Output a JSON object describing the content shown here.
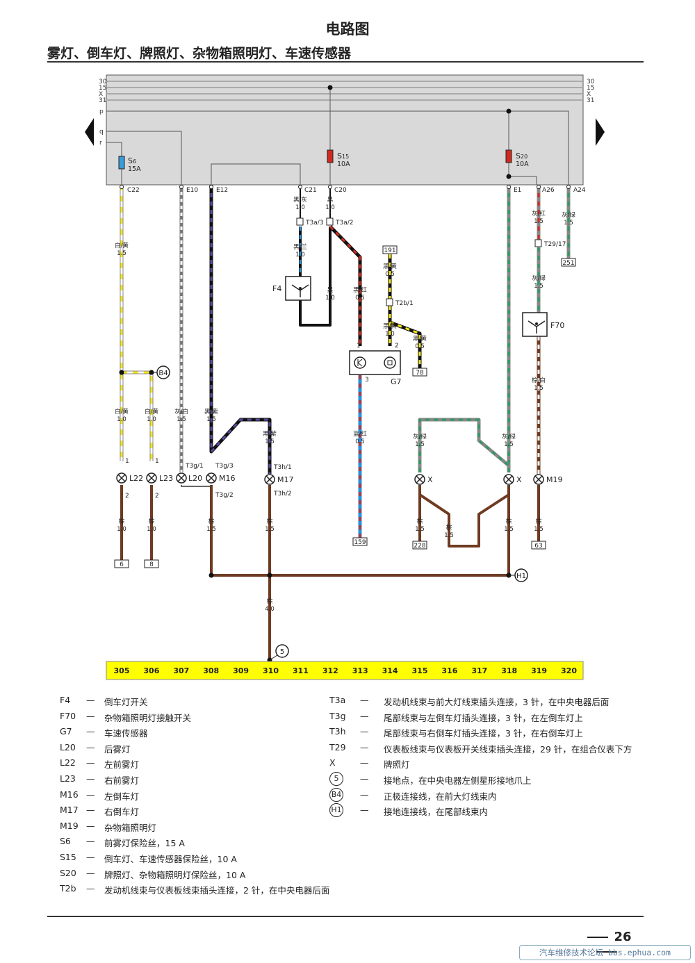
{
  "page": {
    "title": "电路图",
    "subtitle": "雾灯、倒车灯、牌照灯、杂物箱照明灯、车速传感器",
    "page_number": "26",
    "watermark": "汽车维修技术论坛 bbs.ephua.com"
  },
  "rails": {
    "left": [
      "30",
      "15",
      "X",
      "31",
      "p",
      "q",
      "r"
    ],
    "right": [
      "30",
      "15",
      "X",
      "31"
    ]
  },
  "fuses": [
    {
      "id": "s6",
      "name": "S6",
      "sub": "6",
      "amp": "15A"
    },
    {
      "id": "s15",
      "name": "S15",
      "sub": "15",
      "amp": "10A"
    },
    {
      "id": "s20",
      "name": "S20",
      "sub": "20",
      "amp": "10A"
    }
  ],
  "connectors": [
    "C22",
    "E10",
    "E12",
    "C21",
    "C20",
    "E1",
    "A26",
    "A24"
  ],
  "wires": {
    "c22_wy15": [
      "白/黄",
      "1.5"
    ],
    "c21": [
      "黑/灰",
      "1.0"
    ],
    "c20": [
      "黑",
      "1.0"
    ],
    "blk_bl": [
      "黑/兰",
      "1.0"
    ],
    "blk10": [
      "黑",
      "1.0"
    ],
    "blk_red": [
      "黑/红",
      "0.5"
    ],
    "blk_yel_05a": [
      "黑/黄",
      "0.5"
    ],
    "blk_yel_10": [
      "黑/黄",
      "1.0"
    ],
    "blk_yel_05b": [
      "黑/黄",
      "0.5"
    ],
    "gry_red": [
      "灰/红",
      "1.5"
    ],
    "gry_grn_a24": [
      "灰/绿",
      "1.5"
    ],
    "gry_grn_f70": [
      "灰/绿",
      "1.5"
    ],
    "brn_wht": [
      "棕/白",
      "1.5"
    ],
    "wy_l22": [
      "白/黄",
      "1.0"
    ],
    "wy_l23": [
      "白/黄",
      "1.0"
    ],
    "gw_l20": [
      "灰/白",
      "1.5"
    ],
    "bv_m16": [
      "黑/紫",
      "1.5"
    ],
    "bv_m17": [
      "黑/紫",
      "1.5"
    ],
    "blu_red": [
      "蓝/红",
      "0.5"
    ],
    "gg_x1": [
      "灰/绿",
      "1.5"
    ],
    "gg_x2": [
      "灰/绿",
      "1.5"
    ],
    "brn_l22": [
      "棕",
      "1.0"
    ],
    "brn_l23": [
      "棕",
      "1.0"
    ],
    "brn_m16": [
      "棕",
      "1.5"
    ],
    "brn_m17": [
      "棕",
      "1.5"
    ],
    "brn_x1": [
      "棕",
      "1.5"
    ],
    "brn_mid": [
      "棕",
      "1.5"
    ],
    "brn_x2": [
      "棕",
      "1.5"
    ],
    "brn_m19": [
      "棕",
      "1.5"
    ],
    "brn_main": [
      "棕",
      "4.0"
    ]
  },
  "pins": {
    "t3a3": "T3a/3",
    "t3a2": "T3a/2",
    "t2b1": "T2b/1",
    "t29_17": "T29/17",
    "t3g1": "T3g/1",
    "t3g3": "T3g/3",
    "t3g2": "T3g/2",
    "t3h1": "T3h/1",
    "t3h2": "T3h/2",
    "n1a": "1",
    "n2a": "2",
    "n1b": "1",
    "n2b": "2",
    "n1c": "1",
    "n2c": "2",
    "n3": "3"
  },
  "components": {
    "f4": "F4",
    "f70": "F70",
    "g7": "G7",
    "l22": "L22",
    "l23": "L23",
    "l20": "L20",
    "m16": "M16",
    "m17": "M17",
    "m19": "M19",
    "x1": "X",
    "x2": "X"
  },
  "refboxes": [
    "191",
    "251",
    "78",
    "6",
    "8",
    "159",
    "228",
    "63"
  ],
  "nodes": {
    "b4": "B4",
    "h1": "H1",
    "g5": "5"
  },
  "tracks": [
    "305",
    "306",
    "307",
    "308",
    "309",
    "310",
    "311",
    "312",
    "313",
    "314",
    "315",
    "316",
    "317",
    "318",
    "319",
    "320"
  ],
  "legend_left": [
    {
      "code": "F4",
      "desc": "倒车灯开关"
    },
    {
      "code": "F70",
      "desc": "杂物箱照明灯接触开关"
    },
    {
      "code": "G7",
      "desc": "车速传感器"
    },
    {
      "code": "L20",
      "desc": "后雾灯"
    },
    {
      "code": "L22",
      "desc": "左前雾灯"
    },
    {
      "code": "L23",
      "desc": "右前雾灯"
    },
    {
      "code": "M16",
      "desc": "左倒车灯"
    },
    {
      "code": "M17",
      "desc": "右倒车灯"
    },
    {
      "code": "M19",
      "desc": "杂物箱照明灯"
    },
    {
      "code": "S6",
      "desc": "前雾灯保险丝，15 A"
    },
    {
      "code": "S15",
      "desc": "倒车灯、车速传感器保险丝，10 A"
    },
    {
      "code": "S20",
      "desc": "牌照灯、杂物箱照明灯保险丝，10 A"
    },
    {
      "code": "T2b",
      "desc": "发动机线束与仪表板线束插头连接，2 针，在中央电器后面"
    }
  ],
  "legend_right": [
    {
      "code": "T3a",
      "desc": "发动机线束与前大灯线束插头连接，3 针，在中央电器后面",
      "circled": false
    },
    {
      "code": "T3g",
      "desc": "尾部线束与左倒车灯插头连接，3 针，在左倒车灯上",
      "circled": false
    },
    {
      "code": "T3h",
      "desc": "尾部线束与右倒车灯插头连接，3 针，在右倒车灯上",
      "circled": false
    },
    {
      "code": "T29",
      "desc": "仪表板线束与仪表板开关线束插头连接，29 针，在组合仪表下方",
      "circled": false
    },
    {
      "code": "X",
      "desc": "牌照灯",
      "circled": false
    },
    {
      "code": "5",
      "desc": "接地点，在中央电器左侧星形接地爪上",
      "circled": true
    },
    {
      "code": "B4",
      "desc": "正极连接线，在前大灯线束内",
      "circled": true
    },
    {
      "code": "H1",
      "desc": "接地连接线，在尾部线束内",
      "circled": true
    }
  ],
  "colors": {
    "panel": "#d9d9d9",
    "track_bar": "#ffff00",
    "white_yellow": "#f5e51b",
    "brown": "#6e3b22",
    "gray": "#888888",
    "black": "#111111",
    "red": "#d22a1e",
    "blue": "#2a8fd8",
    "green": "#2c9a62",
    "violet": "#5a4a9a",
    "fuse_blue": "#3a9bd8",
    "fuse_red": "#d02a20"
  }
}
